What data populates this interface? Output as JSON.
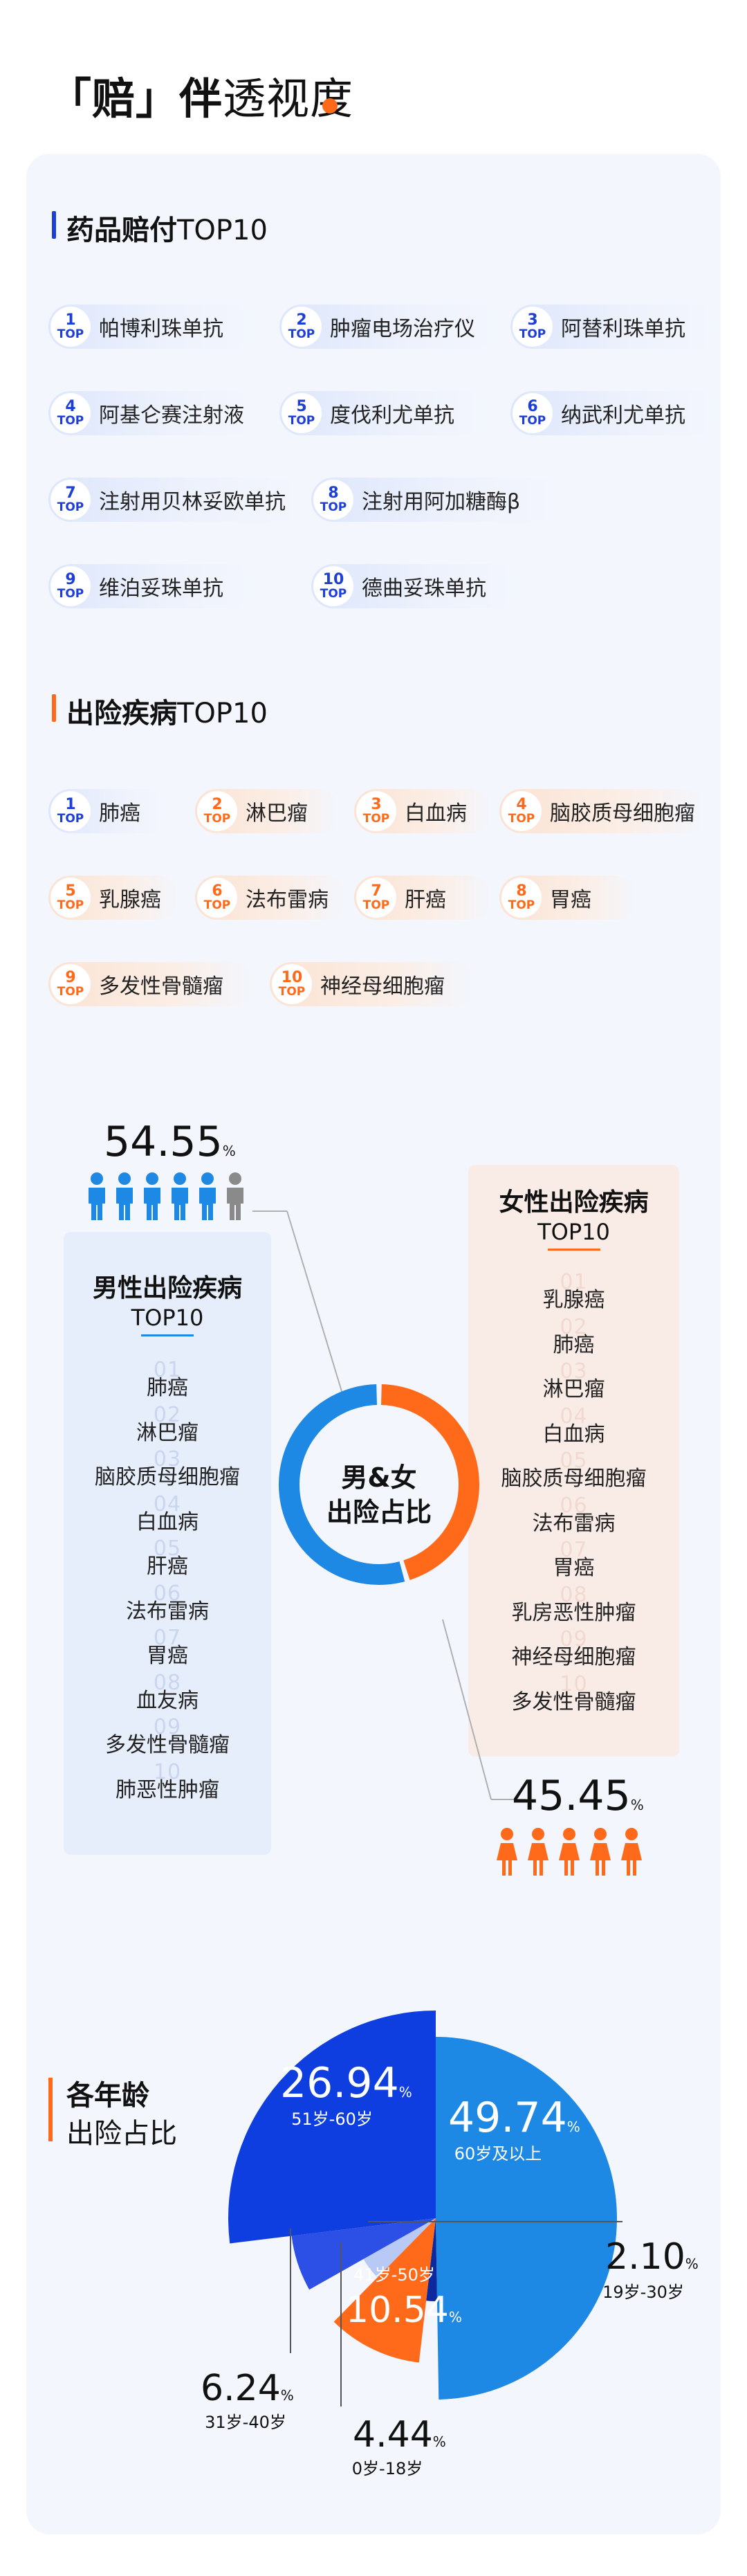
{
  "title": {
    "bold": "「赔」伴",
    "light": "透视度"
  },
  "colors": {
    "blue": "#1d3fd8",
    "orange": "#ff6a1a",
    "light_blue": "#1e88e5",
    "grey": "#8a8a8a"
  },
  "drugs": {
    "heading_bold": "药品赔付",
    "heading_light": "TOP10",
    "items": [
      {
        "rank": "1",
        "name": "帕博利珠单抗"
      },
      {
        "rank": "2",
        "name": "肿瘤电场治疗仪"
      },
      {
        "rank": "3",
        "name": "阿替利珠单抗"
      },
      {
        "rank": "4",
        "name": "阿基仑赛注射液"
      },
      {
        "rank": "5",
        "name": "度伐利尤单抗"
      },
      {
        "rank": "6",
        "name": "纳武利尤单抗"
      },
      {
        "rank": "7",
        "name": "注射用贝林妥欧单抗"
      },
      {
        "rank": "8",
        "name": "注射用阿加糖酶β"
      },
      {
        "rank": "9",
        "name": "维泊妥珠单抗"
      },
      {
        "rank": "10",
        "name": "德曲妥珠单抗"
      }
    ]
  },
  "diseases": {
    "heading_bold": "出险疾病",
    "heading_light": "TOP10",
    "items": [
      {
        "rank": "1",
        "name": "肺癌"
      },
      {
        "rank": "2",
        "name": "淋巴瘤"
      },
      {
        "rank": "3",
        "name": "白血病"
      },
      {
        "rank": "4",
        "name": "脑胶质母细胞瘤"
      },
      {
        "rank": "5",
        "name": "乳腺癌"
      },
      {
        "rank": "6",
        "name": "法布雷病"
      },
      {
        "rank": "7",
        "name": "肝癌"
      },
      {
        "rank": "8",
        "name": "胃癌"
      },
      {
        "rank": "9",
        "name": "多发性骨髓瘤"
      },
      {
        "rank": "10",
        "name": "神经母细胞瘤"
      }
    ],
    "top_label": "TOP"
  },
  "gender": {
    "center_line1": "男&女",
    "center_line2": "出险占比",
    "male": {
      "value": "54.55",
      "unit": "%",
      "title": "男性出险疾病",
      "subtitle": "TOP10",
      "ranks": [
        "01",
        "02",
        "03",
        "04",
        "05",
        "06",
        "07",
        "08",
        "09",
        "10"
      ],
      "items": [
        "肺癌",
        "淋巴瘤",
        "脑胶质母细胞瘤",
        "白血病",
        "肝癌",
        "法布雷病",
        "胃癌",
        "血友病",
        "多发性骨髓瘤",
        "肺恶性肿瘤"
      ]
    },
    "female": {
      "value": "45.45",
      "unit": "%",
      "title": "女性出险疾病",
      "subtitle": "TOP10",
      "ranks": [
        "01",
        "02",
        "03",
        "04",
        "05",
        "06",
        "07",
        "08",
        "09",
        "10"
      ],
      "items": [
        "乳腺癌",
        "肺癌",
        "淋巴瘤",
        "白血病",
        "脑胶质母细胞瘤",
        "法布雷病",
        "胃癌",
        "乳房恶性肿瘤",
        "神经母细胞瘤",
        "多发性骨髓瘤"
      ]
    }
  },
  "age": {
    "title_line1": "各年龄",
    "title_line2": "出险占比",
    "unit": "%"
  },
  "chart_data": [
    {
      "type": "pie",
      "categories": [
        "男",
        "女"
      ],
      "values": [
        54.55,
        45.45
      ],
      "colors": [
        "#1e88e5",
        "#ff6a1a"
      ]
    },
    {
      "type": "pie",
      "categories": [
        "60岁及以上",
        "19岁-30岁",
        "41岁-50岁",
        "0岁-18岁",
        "31岁-40岁",
        "51岁-60岁"
      ],
      "values": [
        49.74,
        2.1,
        10.54,
        4.44,
        6.24,
        26.94
      ],
      "labels": [
        "49.74",
        "2.10",
        "10.54",
        "4.44",
        "6.24",
        "26.94"
      ],
      "colors": [
        "#1e88e5",
        "#0c2a9e",
        "#ff6a1a",
        "#b7c9f4",
        "#2c4fe6",
        "#0f3ee0"
      ]
    }
  ]
}
